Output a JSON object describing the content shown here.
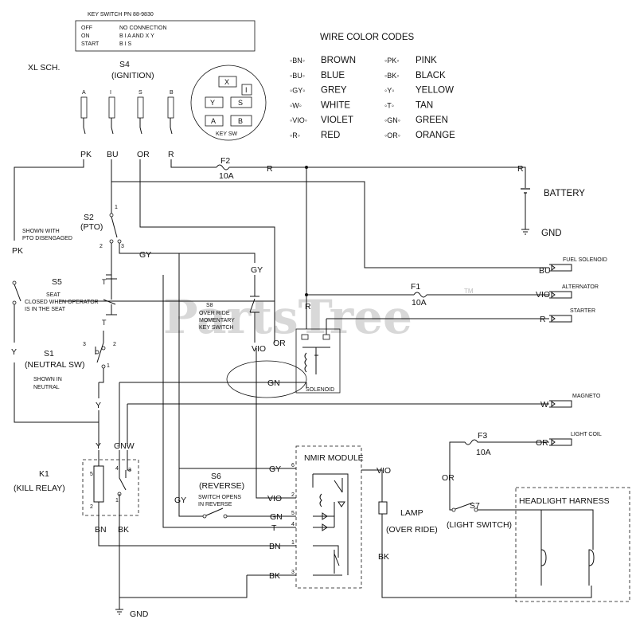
{
  "key_switch": {
    "pn": "KEY SWITCH PN 88-9830",
    "rows": [
      {
        "pos": "OFF",
        "conn": "NO CONNECTION"
      },
      {
        "pos": "ON",
        "conn": "B I A     AND   X Y"
      },
      {
        "pos": "START",
        "conn": "B I S"
      }
    ]
  },
  "sheet_label": "XL SCH.",
  "s4": {
    "name": "S4",
    "desc": "(IGNITION)",
    "terminals": [
      "A",
      "I",
      "S",
      "B"
    ],
    "wires": [
      "PK",
      "BU",
      "OR",
      "R"
    ]
  },
  "key_sw": {
    "label": "KEY SW",
    "cells": [
      "X",
      "I",
      "Y",
      "S",
      "A",
      "B"
    ]
  },
  "color_codes": {
    "title": "WIRE COLOR CODES",
    "left": [
      {
        "code": "BN",
        "name": "BROWN"
      },
      {
        "code": "BU",
        "name": "BLUE"
      },
      {
        "code": "GY",
        "name": "GREY"
      },
      {
        "code": "W",
        "name": "WHITE"
      },
      {
        "code": "VIO",
        "name": "VIOLET"
      },
      {
        "code": "R",
        "name": "RED"
      }
    ],
    "right": [
      {
        "code": "PK",
        "name": "PINK"
      },
      {
        "code": "BK",
        "name": "BLACK"
      },
      {
        "code": "Y",
        "name": "YELLOW"
      },
      {
        "code": "T",
        "name": "TAN"
      },
      {
        "code": "GN",
        "name": "GREEN"
      },
      {
        "code": "OR",
        "name": "ORANGE"
      }
    ]
  },
  "f2": {
    "name": "F2",
    "rating": "10A"
  },
  "f1": {
    "name": "F1",
    "rating": "10A"
  },
  "f3": {
    "name": "F3",
    "rating": "10A"
  },
  "battery": {
    "label": "BATTERY",
    "gnd": "GND"
  },
  "connectors": {
    "fuel": "FUEL SOLENOID",
    "alternator": "ALTERNATOR",
    "starter": "STARTER",
    "magneto": "MAGNETO",
    "light_coil": "LIGHT COIL"
  },
  "s2": {
    "name": "S2",
    "desc": "(PTO)",
    "note1": "SHOWN WITH",
    "note2": "PTO DISENGAGED",
    "pins": [
      "1",
      "2",
      "3"
    ]
  },
  "s5": {
    "name": "S5",
    "note1": "SEAT",
    "note2": "CLOSED WHEN OPERATOR",
    "note3": "IS IN THE SEAT"
  },
  "s1": {
    "name": "S1",
    "desc": "(NEUTRAL SW)",
    "note1": "SHOWN IN",
    "note2": "NEUTRAL",
    "pins": [
      "3",
      "2",
      "1"
    ]
  },
  "s8": {
    "name": "S8",
    "note1": "OVER RIDE",
    "note2": "MOMENTARY",
    "note3": "KEY SWITCH"
  },
  "solenoid": {
    "label": "SOLENOID"
  },
  "k1": {
    "name": "K1",
    "desc": "(KILL RELAY)",
    "pins": [
      "5",
      "4",
      "2",
      "1",
      "3"
    ]
  },
  "s6": {
    "name": "S6",
    "desc": "(REVERSE)",
    "note1": "SWITCH OPENS",
    "note2": "IN REVERSE"
  },
  "nmir": {
    "label": "NMIR MODULE",
    "pins": [
      "6",
      "2",
      "5",
      "4",
      "1",
      "3"
    ]
  },
  "lamp": {
    "label": "LAMP",
    "desc": "(OVER RIDE)"
  },
  "s7": {
    "name": "S7",
    "desc": "(LIGHT SWITCH)"
  },
  "headlight": {
    "label": "HEADLIGHT HARNESS"
  },
  "wire_labels": {
    "pk": "PK",
    "bu": "BU",
    "or": "OR",
    "r": "R",
    "gy": "GY",
    "vio": "VIO",
    "gn": "GN",
    "y": "Y",
    "w": "W",
    "t": "T",
    "bn": "BN",
    "bk": "BK",
    "gnw": "GNW",
    "gnd": "GND"
  },
  "watermark": "PartsTree",
  "tm": "TM"
}
